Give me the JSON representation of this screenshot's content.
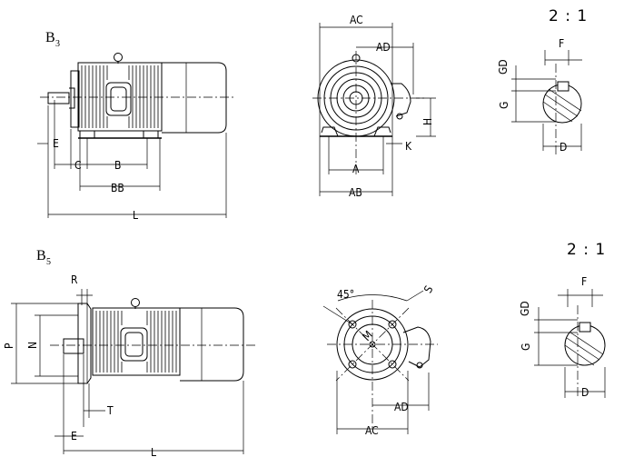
{
  "views": {
    "b3": {
      "main": "B",
      "sub": "3"
    },
    "b5": {
      "main": "B",
      "sub": "5"
    }
  },
  "scales": {
    "top": "2 : 1",
    "bottom": "2 : 1"
  },
  "dims": {
    "E": "E",
    "C": "C",
    "B": "B",
    "BB": "BB",
    "L": "L",
    "AC": "AC",
    "AD": "AD",
    "H": "H",
    "K": "K",
    "A": "A",
    "AB": "AB",
    "F": "F",
    "GD": "GD",
    "G": "G",
    "D": "D",
    "R": "R",
    "P": "P",
    "N": "N",
    "T": "T",
    "M": "M",
    "S": "S",
    "angle": "45°"
  }
}
